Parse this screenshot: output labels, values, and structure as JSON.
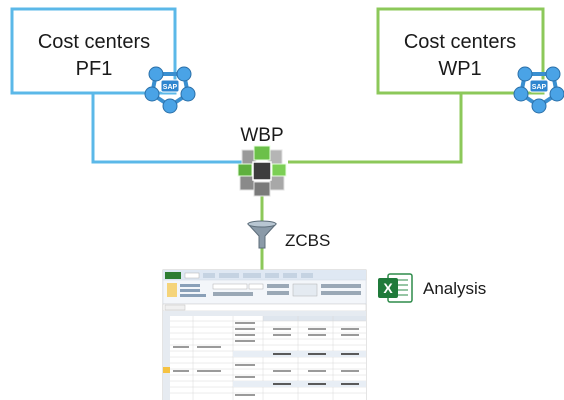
{
  "left_box": {
    "line1": "Cost centers",
    "line2": "PF1",
    "border_color": "#5bb8e8",
    "icon": "sap-network-icon"
  },
  "right_box": {
    "line1": "Cost centers",
    "line2": "WP1",
    "border_color": "#8cc85a",
    "icon": "sap-network-icon"
  },
  "hub": {
    "label": "WBP",
    "icon": "cube-cluster-icon"
  },
  "filter": {
    "label": "ZCBS",
    "icon": "funnel-icon"
  },
  "output": {
    "label": "Analysis",
    "icon": "excel-icon",
    "thumbnail": "spreadsheet-screenshot"
  },
  "colors": {
    "blue_link": "#5bb8e8",
    "green_link": "#8cc85a",
    "excel_green": "#1f7a3a"
  }
}
